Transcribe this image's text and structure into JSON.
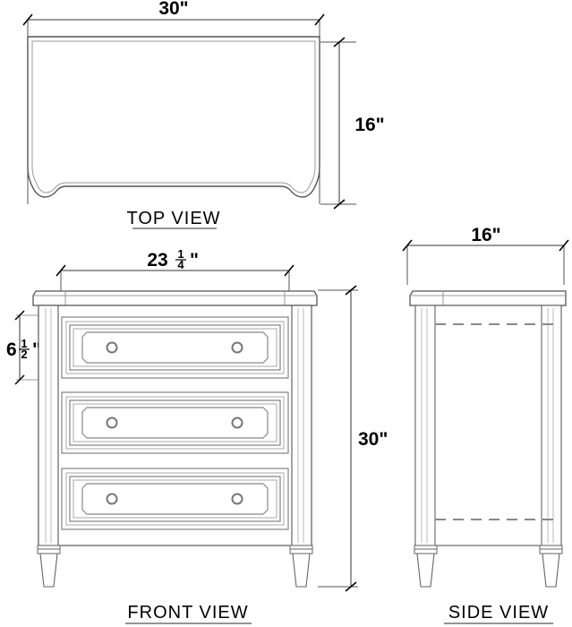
{
  "drawing": {
    "type": "furniture-orthographic-drawing",
    "subject": "three-drawer nightstand / chest",
    "units": "inches",
    "background_color": "#ffffff",
    "line_color": "#000000",
    "body_line_color": "#555555",
    "hidden_line_color": "#888888"
  },
  "views": {
    "top": {
      "label": "TOP  VIEW",
      "dimensions": {
        "width": {
          "value": "30\"",
          "orientation": "horizontal",
          "position": "above"
        },
        "depth": {
          "value": "16\"",
          "orientation": "vertical",
          "position": "right"
        }
      }
    },
    "front": {
      "label": "FRONT  VIEW",
      "dimensions": {
        "case_width": {
          "whole": "23",
          "numerator": "1",
          "denominator": "4",
          "suffix": "\"",
          "display": "23 1/4\"",
          "orientation": "horizontal",
          "position": "above"
        },
        "drawer_height": {
          "whole": "6",
          "numerator": "1",
          "denominator": "2",
          "suffix": "\"",
          "display": "6 1/2\"",
          "orientation": "vertical",
          "position": "left"
        },
        "overall_height": {
          "value": "30\"",
          "orientation": "vertical",
          "position": "right"
        }
      },
      "drawers": [
        {
          "index": 1,
          "knobs": 2
        },
        {
          "index": 2,
          "knobs": 2
        },
        {
          "index": 3,
          "knobs": 2
        }
      ]
    },
    "side": {
      "label": "SIDE  VIEW",
      "dimensions": {
        "depth": {
          "value": "16\"",
          "orientation": "horizontal",
          "position": "above"
        }
      },
      "hidden_lines": 2
    }
  }
}
